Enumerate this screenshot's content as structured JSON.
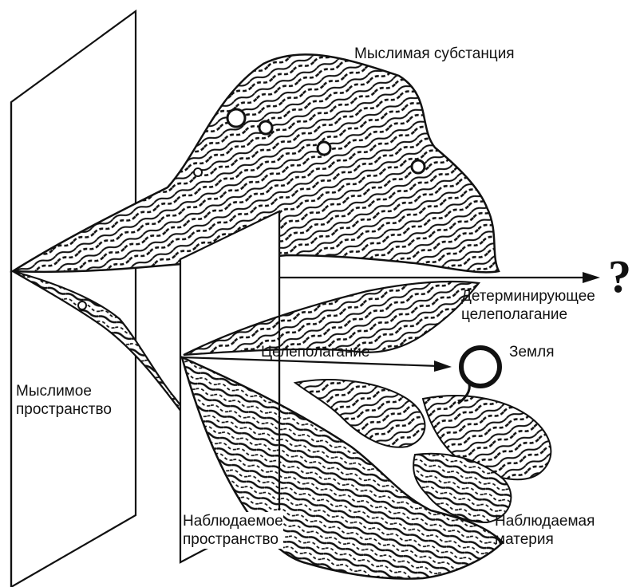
{
  "labels": {
    "thinkable_substance": "Мыслимая субстанция",
    "determining_line1": "Детерминирующее",
    "determining_line2": "целеполагание",
    "goal_setting": "Целеполагание",
    "earth": "Земля",
    "thinkable_space_line1": "Мыслимое",
    "thinkable_space_line2": "пространство",
    "observable_space_line1": "Наблюдаемое",
    "observable_space_line2": "пространство",
    "observable_matter_line1": "Наблюдаемая",
    "observable_matter_line2": "материя",
    "question_mark": "?"
  },
  "colors": {
    "ink": "#111111",
    "paper": "#ffffff"
  }
}
